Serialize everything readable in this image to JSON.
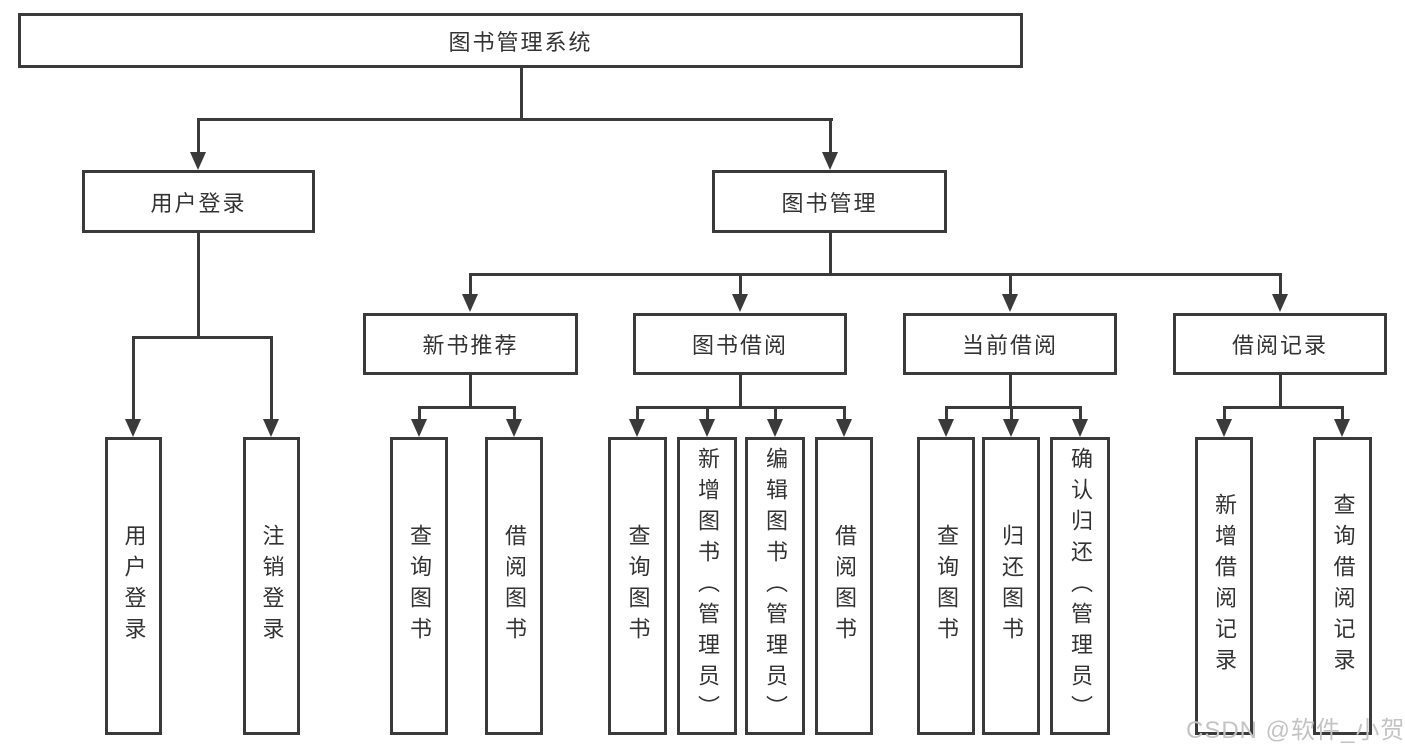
{
  "diagram": {
    "root": {
      "label": "图书管理系统"
    },
    "level2": [
      {
        "label": "用户登录"
      },
      {
        "label": "图书管理"
      }
    ],
    "level3": [
      {
        "label": "新书推荐"
      },
      {
        "label": "图书借阅"
      },
      {
        "label": "当前借阅"
      },
      {
        "label": "借阅记录"
      }
    ],
    "leaves": {
      "login": [
        "用户登录",
        "注销登录"
      ],
      "newbook": [
        "查询图书",
        "借阅图书"
      ],
      "borrow": [
        "查询图书",
        "新增图书（管理员）",
        "编辑图书（管理员）",
        "借阅图书"
      ],
      "current": [
        "查询图书",
        "归还图书",
        "确认归还（管理员）"
      ],
      "record": [
        "新增借阅记录",
        "查询借阅记录"
      ]
    }
  },
  "watermark": {
    "text": "CSDN @软件_小贺同学"
  },
  "colors": {
    "line": "#3a3a3a",
    "text": "#333333",
    "fill": "#ffffff",
    "background": "#ffffff",
    "watermark": "#c4c4c4"
  }
}
